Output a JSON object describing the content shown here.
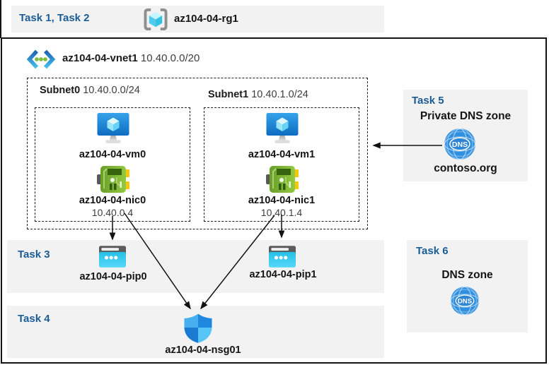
{
  "colors": {
    "task_label_blue": "#1B5C96",
    "panel_gray": "#F2F2F2",
    "frame_border": "#141414",
    "vm_blue": "#1E87D6",
    "nic_green": "#7DB434",
    "pip_cyan": "#2EC9EE",
    "nsg_blue": "#2F9BE6",
    "dns_blue": "#3090E0"
  },
  "header": {
    "task_label": "Task 1, Task 2",
    "resource_group_icon": "resource-group-icon",
    "resource_group_name": "az104-04-rg1"
  },
  "vnet": {
    "icon": "virtual-network-icon",
    "name": "az104-04-vnet1",
    "cidr": "10.40.0.0/20"
  },
  "subnets": [
    {
      "name": "Subnet0",
      "cidr": "10.40.0.0/24",
      "vm_icon": "virtual-machine-icon",
      "vm": "az104-04-vm0",
      "nic_icon": "network-interface-icon",
      "nic": "az104-04-nic0",
      "ip": "10.40.0.4"
    },
    {
      "name": "Subnet1",
      "cidr": "10.40.1.0/24",
      "vm_icon": "virtual-machine-icon",
      "vm": "az104-04-vm1",
      "nic_icon": "network-interface-icon",
      "nic": "az104-04-nic1",
      "ip": "10.40.1.4"
    }
  ],
  "task3": {
    "label": "Task 3",
    "pips": [
      "az104-04-pip0",
      "az104-04-pip1"
    ]
  },
  "task4": {
    "label": "Task 4",
    "nsg": "az104-04-nsg01"
  },
  "task5": {
    "label": "Task 5",
    "title": "Private DNS zone",
    "zone": "contoso.org"
  },
  "task6": {
    "label": "Task 6",
    "title": "DNS zone"
  },
  "connections": [
    {
      "from": "az104-04-nic0",
      "to": "az104-04-pip0"
    },
    {
      "from": "az104-04-nic1",
      "to": "az104-04-pip1"
    },
    {
      "from": "az104-04-nic0",
      "to": "az104-04-nsg01"
    },
    {
      "from": "az104-04-nic1",
      "to": "az104-04-nsg01"
    },
    {
      "from": "contoso.org",
      "to": "az104-04-vnet1 subnets"
    }
  ]
}
